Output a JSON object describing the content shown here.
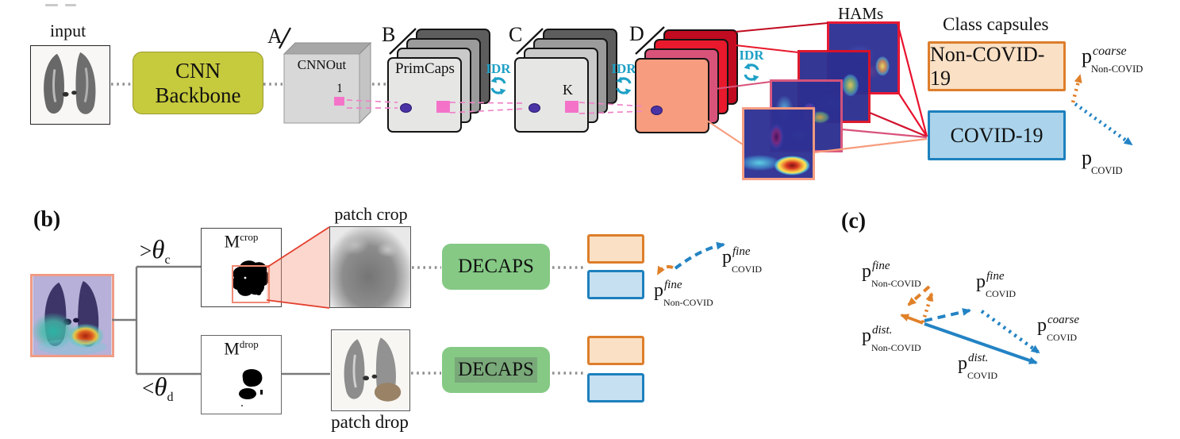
{
  "colors": {
    "accent_orange": "#e0812a",
    "accent_blue": "#2383c4",
    "idr_cyan": "#1ea0c6",
    "routing_pink": "#f05fc0",
    "capsule_purple": "#4a33a5",
    "cnn_backbone_olive": "#c6ca3d",
    "decaps_green": "#85c985",
    "red_stack": [
      "#c10b20",
      "#e8192c",
      "#d8537a",
      "#f79c7e"
    ],
    "gray_stack": [
      "#5d5d5d",
      "#9b9b9b",
      "#cacaca",
      "#e6e6e5"
    ],
    "capsule_orange_border": "#dd7e2b",
    "capsule_blue_border": "#1d80bd"
  },
  "panel_a": {
    "input_label": "input",
    "cnn_backbone_label": "CNN Backbone",
    "marker_a": "A",
    "cnnout_label": "CNNOut",
    "index_1": "1",
    "marker_b": "B",
    "primcaps_label": "PrimCaps",
    "idr_label": "IDR",
    "marker_c": "C",
    "index_k": "K",
    "marker_d": "D",
    "hams_label": "HAMs",
    "class_capsules_title": "Class capsules",
    "noncovid_capsule_label": "Non-COVID-19",
    "covid_capsule_label": "COVID-19",
    "p_coarse_noncovid": {
      "base": "p",
      "sup": "coarse",
      "sub": "Non-COVID"
    },
    "p_covid": {
      "base": "p",
      "sup": "",
      "sub": "COVID"
    }
  },
  "panel_b": {
    "label": "(b)",
    "crop_threshold": {
      "cmp": ">",
      "theta": "θ",
      "sub": "c"
    },
    "drop_threshold": {
      "cmp": "<",
      "theta": "θ",
      "sub": "d"
    },
    "m_crop": {
      "base": "M",
      "sup": "crop"
    },
    "m_drop": {
      "base": "M",
      "sup": "drop"
    },
    "patch_crop_label": "patch crop",
    "patch_drop_label": "patch drop",
    "decaps_label": "DECAPS",
    "p_fine_covid": {
      "base": "p",
      "sup": "fine",
      "sub": "COVID"
    },
    "p_fine_noncovid": {
      "base": "p",
      "sup": "fine",
      "sub": "Non-COVID"
    }
  },
  "panel_c": {
    "label": "(c)",
    "p_fine_noncovid": {
      "base": "p",
      "sup": "fine",
      "sub": "Non-COVID"
    },
    "p_fine_covid": {
      "base": "p",
      "sup": "fine",
      "sub": "COVID"
    },
    "p_coarse_covid": {
      "base": "p",
      "sup": "coarse",
      "sub": "COVID"
    },
    "p_dist_noncovid": {
      "base": "p",
      "sup": "dist.",
      "sub": "Non-COVID"
    },
    "p_dist_covid": {
      "base": "p",
      "sup": "dist.",
      "sub": "COVID"
    }
  }
}
